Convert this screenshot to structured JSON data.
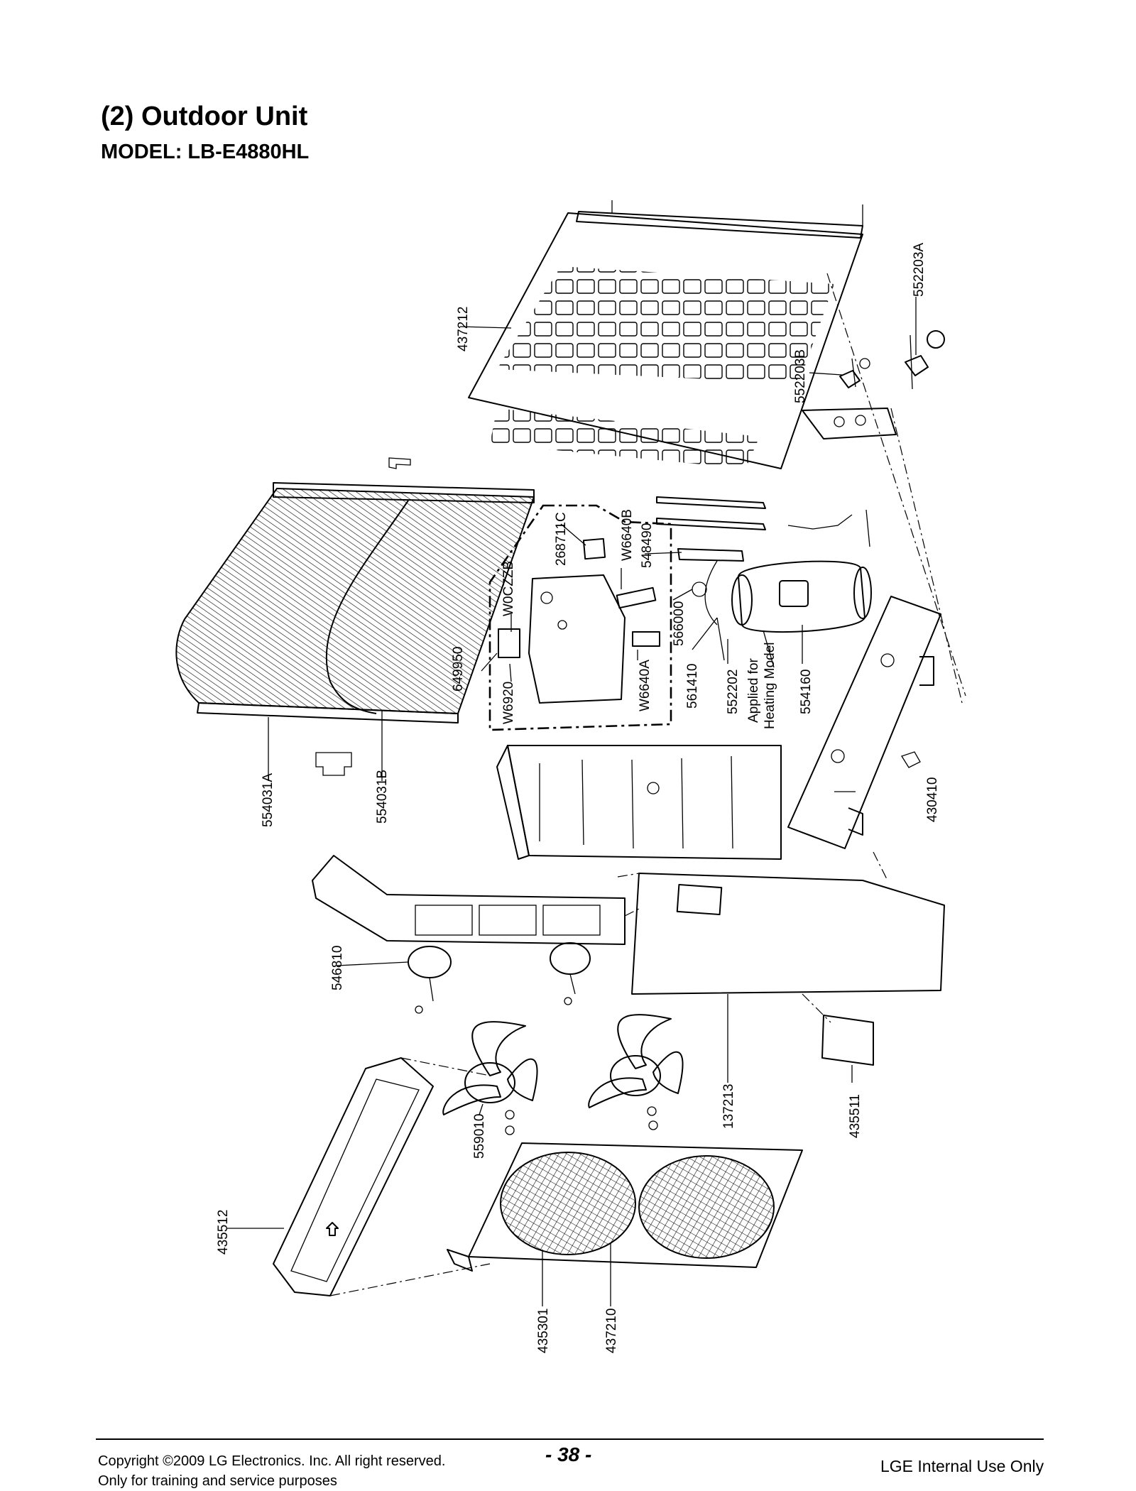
{
  "page": {
    "section_title": "(2) Outdoor Unit",
    "model_label": "MODEL: LB-E4880HL",
    "page_number": "- 38 -",
    "internal_note": "LGE Internal Use Only",
    "copyright": "Copyright ©2009 LG Electronics. Inc. All right reserved.",
    "usage_note": "Only for training and service purposes"
  },
  "parts": {
    "p437212": "437212",
    "p552203A": "552203A",
    "p552203B": "552203B",
    "p268711C": "268711C",
    "pW6640B": "W6640B",
    "p548490": "548490",
    "pW0CZZB": "W0CZZB",
    "p566000": "566000",
    "p649950": "649950",
    "pW6920": "W6920",
    "pW6640A": "W6640A",
    "p561410": "561410",
    "p552202": "552202",
    "heating_line1": "Applied for",
    "heating_line2": "Heating Model",
    "p554160": "554160",
    "p430410": "430410",
    "p554031A": "554031A",
    "p554031B": "554031B",
    "p546810": "546810",
    "p137213": "137213",
    "p435511": "435511",
    "p559010": "559010",
    "p435512": "435512",
    "p435301": "435301",
    "p437210": "437210"
  }
}
